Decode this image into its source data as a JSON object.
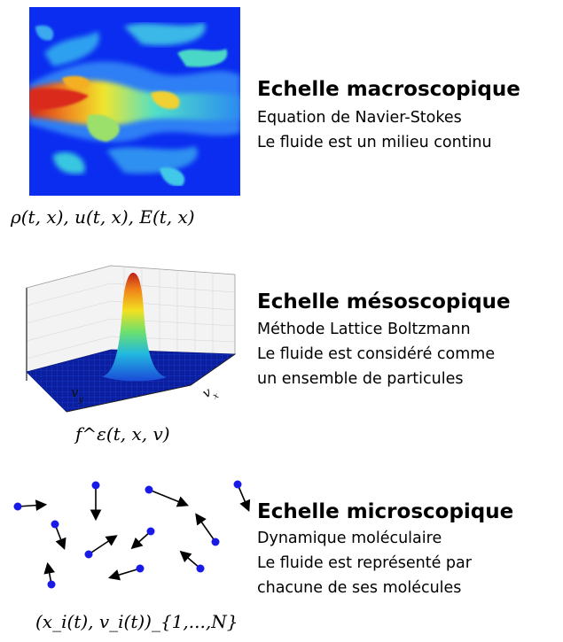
{
  "macro": {
    "title": "Echelle macroscopique",
    "lines": [
      "Equation de Navier-Stokes",
      "Le fluide est un milieu continu"
    ],
    "formula": "ρ(t, x), u(t, x), E(t, x)",
    "colors": {
      "background": "#0a2df0",
      "hot": "#e0281a",
      "warm": "#f5e02a",
      "mid": "#33d7d0"
    }
  },
  "meso": {
    "title": "Echelle mésoscopique",
    "lines": [
      "Méthode Lattice Boltzmann",
      "Le fluide est considéré comme",
      "un ensemble de particules"
    ],
    "formula": "f^ε(t, x, v)",
    "axis_labels": {
      "vy": "v_y",
      "vx": "v_x"
    }
  },
  "micro": {
    "title": "Echelle microscopique",
    "lines": [
      "Dynamique moléculaire",
      "Le fluide est représenté par",
      "chacune de ses molécules"
    ],
    "formula": "(x_i(t), v_i(t))_{1,...,N}",
    "particle_color": "#1a1ae6"
  }
}
